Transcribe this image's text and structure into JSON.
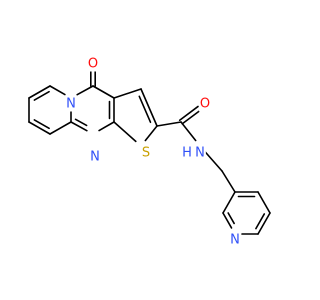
{
  "molecule": {
    "atoms": {
      "O1": {
        "symbol": "O",
        "color": "#FF0D0D"
      },
      "N1": {
        "symbol": "N",
        "color": "#3050F8"
      },
      "N2": {
        "symbol": "N",
        "color": "#3050F8"
      },
      "S1": {
        "symbol": "S",
        "color": "#C8A000"
      },
      "O2": {
        "symbol": "O",
        "color": "#FF0D0D"
      },
      "NH": {
        "symbol": "N",
        "color": "#3050F8"
      },
      "H1": {
        "symbol": "H",
        "color": "#3050F8"
      },
      "N3": {
        "symbol": "N",
        "color": "#3050F8"
      }
    }
  }
}
